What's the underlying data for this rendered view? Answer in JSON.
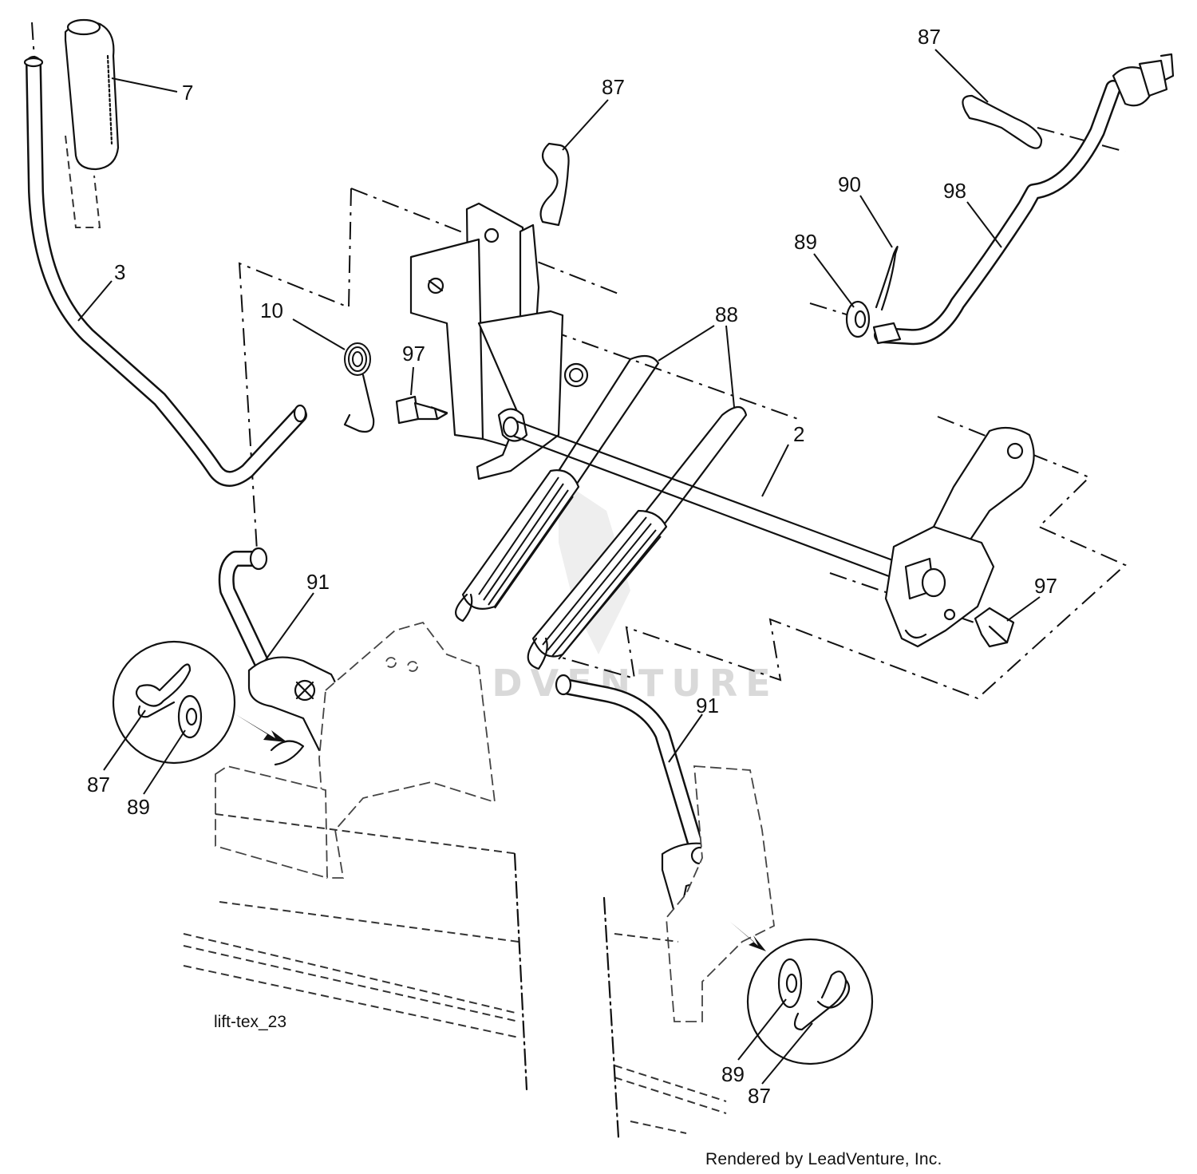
{
  "diagram": {
    "drawing_id": "lift-tex_23",
    "credit": "Rendered by LeadVenture, Inc.",
    "watermark": "LEADVENTURE"
  },
  "callouts": [
    {
      "id": "c-7",
      "label": "7"
    },
    {
      "id": "c-3",
      "label": "3"
    },
    {
      "id": "c-10",
      "label": "10"
    },
    {
      "id": "c-97-top",
      "label": "97"
    },
    {
      "id": "c-87-top",
      "label": "87"
    },
    {
      "id": "c-88",
      "label": "88"
    },
    {
      "id": "c-2",
      "label": "2"
    },
    {
      "id": "c-87-right",
      "label": "87"
    },
    {
      "id": "c-90",
      "label": "90"
    },
    {
      "id": "c-98",
      "label": "98"
    },
    {
      "id": "c-89-right",
      "label": "89"
    },
    {
      "id": "c-97-right",
      "label": "97"
    },
    {
      "id": "c-91-left",
      "label": "91"
    },
    {
      "id": "c-87-left",
      "label": "87"
    },
    {
      "id": "c-89-left",
      "label": "89"
    },
    {
      "id": "c-91-right",
      "label": "91"
    },
    {
      "id": "c-89-bottom",
      "label": "89"
    },
    {
      "id": "c-87-bottom",
      "label": "87"
    }
  ]
}
